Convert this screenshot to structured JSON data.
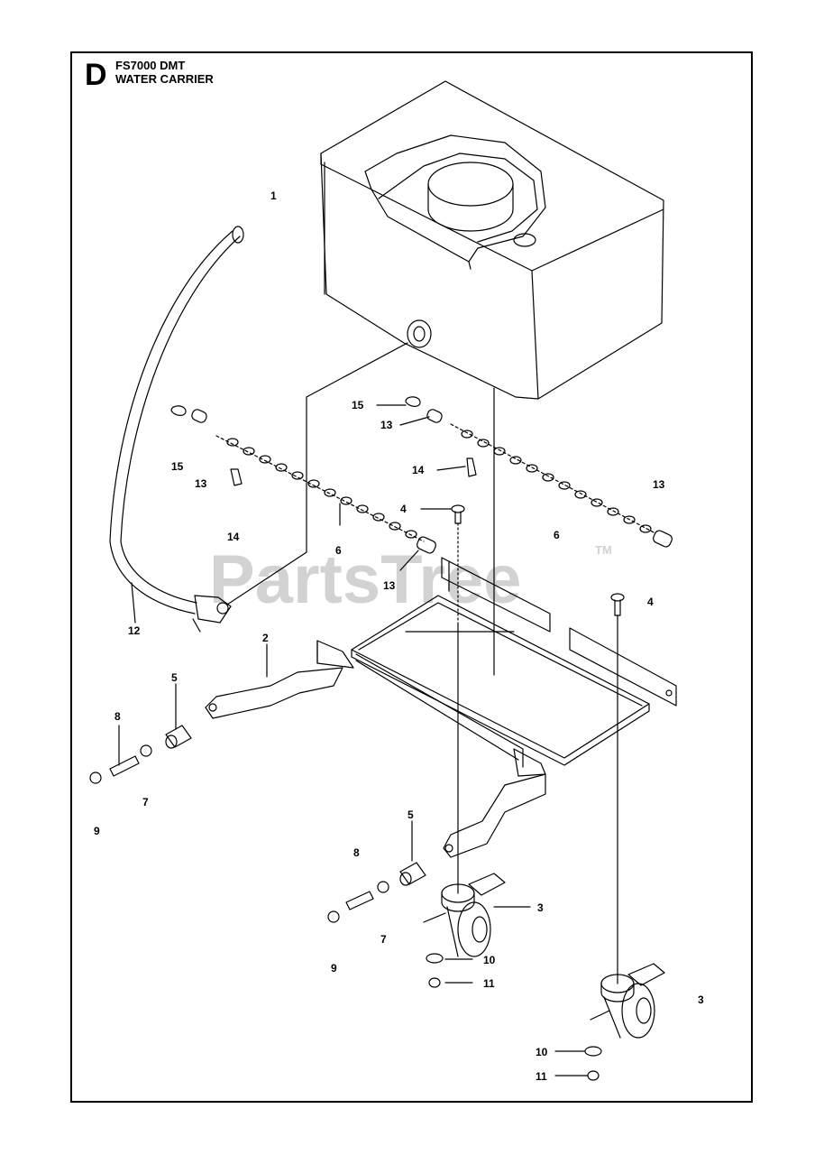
{
  "header": {
    "section_letter": "D",
    "model": "FS7000 DMT",
    "assembly": "WATER CARRIER"
  },
  "watermark": {
    "text": "PartsTree",
    "tm": "TM",
    "color": "#d2d2d2"
  },
  "callouts": [
    {
      "id": "c1",
      "label": "1"
    },
    {
      "id": "c15a",
      "label": "15"
    },
    {
      "id": "c13a",
      "label": "13"
    },
    {
      "id": "c14a",
      "label": "14"
    },
    {
      "id": "c15b",
      "label": "15"
    },
    {
      "id": "c13b",
      "label": "13"
    },
    {
      "id": "c14b",
      "label": "14"
    },
    {
      "id": "c4a",
      "label": "4"
    },
    {
      "id": "c6a",
      "label": "6"
    },
    {
      "id": "c13c",
      "label": "13"
    },
    {
      "id": "c6b",
      "label": "6"
    },
    {
      "id": "c13d",
      "label": "13"
    },
    {
      "id": "c4b",
      "label": "4"
    },
    {
      "id": "c12",
      "label": "12"
    },
    {
      "id": "c2",
      "label": "2"
    },
    {
      "id": "c5a",
      "label": "5"
    },
    {
      "id": "c8a",
      "label": "8"
    },
    {
      "id": "c7a",
      "label": "7"
    },
    {
      "id": "c9a",
      "label": "9"
    },
    {
      "id": "c5b",
      "label": "5"
    },
    {
      "id": "c8b",
      "label": "8"
    },
    {
      "id": "c3a",
      "label": "3"
    },
    {
      "id": "c7b",
      "label": "7"
    },
    {
      "id": "c9b",
      "label": "9"
    },
    {
      "id": "c10a",
      "label": "10"
    },
    {
      "id": "c11a",
      "label": "11"
    },
    {
      "id": "c3b",
      "label": "3"
    },
    {
      "id": "c10b",
      "label": "10"
    },
    {
      "id": "c11b",
      "label": "11"
    }
  ]
}
